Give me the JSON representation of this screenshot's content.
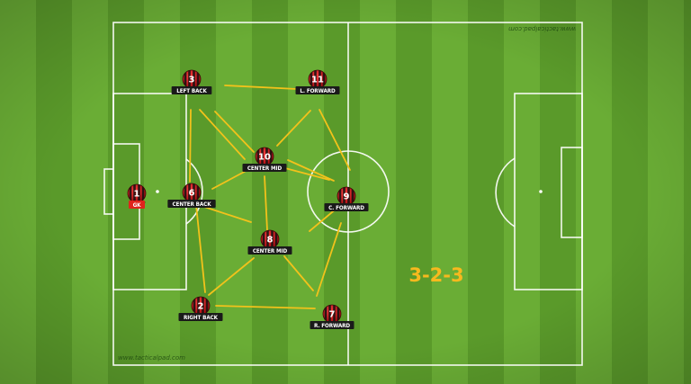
{
  "formation": "3-2-3",
  "watermarks": {
    "bottom": "www.tacticalpad.com",
    "top": "www.tacticalpad.com"
  },
  "colors": {
    "pitch_light": "#6aad35",
    "pitch_dark": "#5a9a2a",
    "lines": "#ffffff",
    "passing_links": "#f2c21b",
    "shirt_red": "#d8141b",
    "shirt_black": "#111111",
    "label_bg": "#1a1a1a",
    "gk_label_bg": "#e0241c",
    "formation_text": "#f7b91e"
  },
  "players": [
    {
      "id": "gk",
      "number": "1",
      "label": "GK"
    },
    {
      "id": "lb",
      "number": "3",
      "label": "LEFT BACK"
    },
    {
      "id": "cb",
      "number": "6",
      "label": "CENTER BACK"
    },
    {
      "id": "rb",
      "number": "2",
      "label": "RIGHT BACK"
    },
    {
      "id": "cm10",
      "number": "10",
      "label": "CENTER MID"
    },
    {
      "id": "cm8",
      "number": "8",
      "label": "CENTER MID"
    },
    {
      "id": "lf",
      "number": "11",
      "label": "L. FORWARD"
    },
    {
      "id": "cf",
      "number": "9",
      "label": "C. FORWARD"
    },
    {
      "id": "rf",
      "number": "7",
      "label": "R. FORWARD"
    }
  ]
}
